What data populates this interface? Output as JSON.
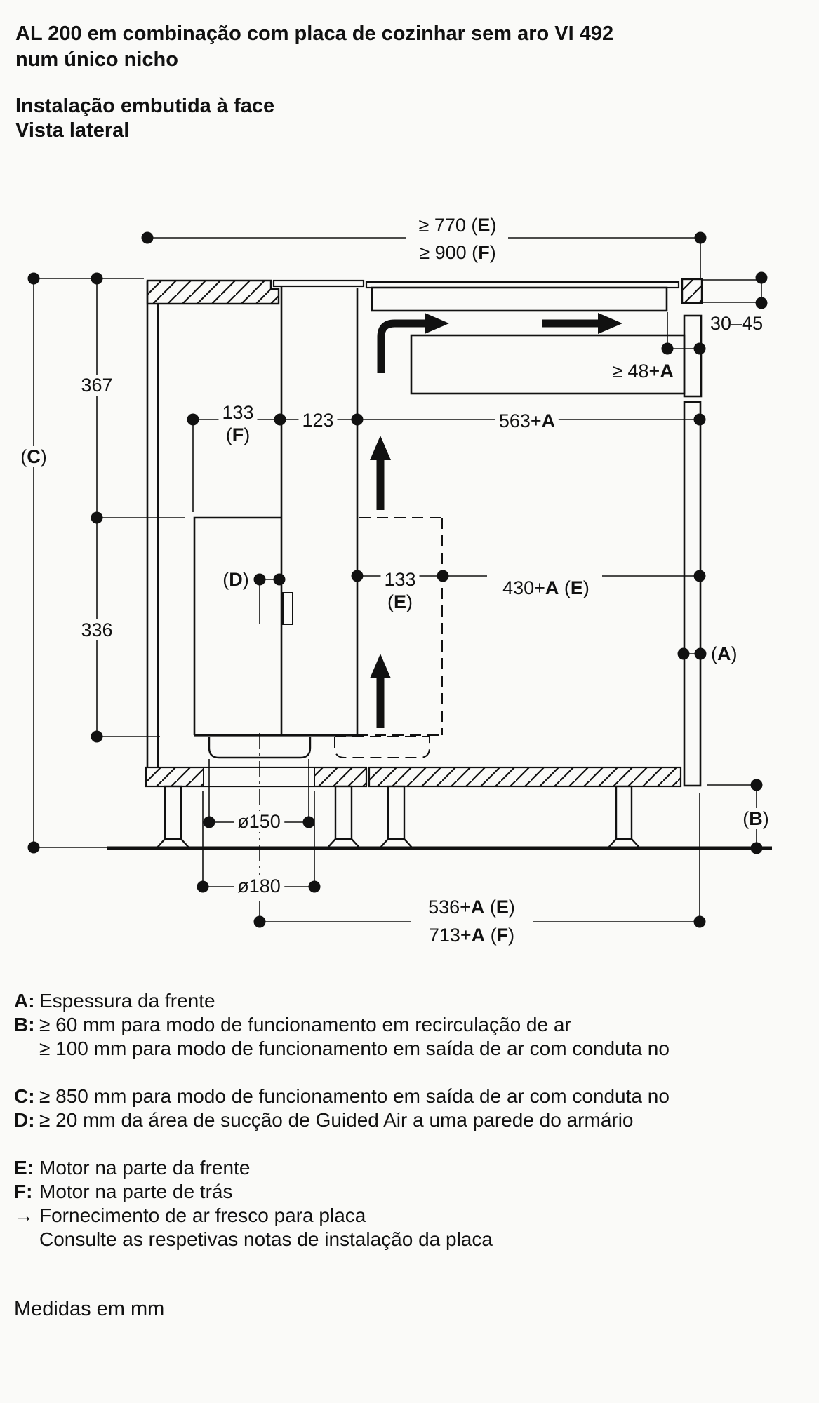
{
  "title": {
    "line1": "AL 200 em combinação com placa de cozinhar sem aro VI 492",
    "line2": "num único nicho"
  },
  "subtitle": {
    "line1": "Instalação embutida à face",
    "line2": "Vista lateral"
  },
  "diagram": {
    "labels": {
      "top_e": {
        "p1": "≥ 770 (",
        "b1": "E",
        "p2": ")"
      },
      "top_f": {
        "p1": "≥ 900 (",
        "b1": "F",
        "p2": ")"
      },
      "c": {
        "p1": "(",
        "b1": "C",
        "p2": ")"
      },
      "h367": {
        "p1": "367"
      },
      "h336": {
        "p1": "336"
      },
      "w133f": {
        "p1": "133"
      },
      "w133f2": {
        "p1": "(",
        "b1": "F",
        "p2": ")"
      },
      "w123": {
        "p1": "123"
      },
      "w563": {
        "p1": "563+",
        "b1": "A"
      },
      "t3045": {
        "p1": "30–45"
      },
      "g48": {
        "p1": "≥ 48+",
        "b1": "A"
      },
      "d": {
        "p1": "(",
        "b1": "D",
        "p2": ")"
      },
      "w133e": {
        "p1": "133"
      },
      "w133e2": {
        "p1": "(",
        "b1": "E",
        "p2": ")"
      },
      "w430": {
        "p1": "430+",
        "b1": "A",
        "p2": " (",
        "b2": "E",
        "p3": ")"
      },
      "a": {
        "p1": "(",
        "b1": "A",
        "p2": ")"
      },
      "b": {
        "p1": "(",
        "b1": "B",
        "p2": ")"
      },
      "d150": {
        "p1": "ø150"
      },
      "d180": {
        "p1": "ø180"
      },
      "b536": {
        "p1": "536+",
        "b1": "A",
        "p2": " (",
        "b2": "E",
        "p3": ")"
      },
      "b713": {
        "p1": "713+",
        "b1": "A",
        "p2": " (",
        "b2": "F",
        "p3": ")"
      }
    }
  },
  "legend": {
    "items": [
      {
        "prefix": "A:",
        "text": "Espessura da frente"
      },
      {
        "prefix": "B:",
        "text": "≥ 60 mm para modo de funcionamento em recirculação de ar"
      },
      {
        "prefix": "",
        "text": "≥ 100 mm para modo de funcionamento em saída de ar com conduta no"
      },
      {
        "prefix": "C:",
        "text": "≥ 850 mm para modo de funcionamento em saída de ar com conduta no"
      },
      {
        "prefix": "D:",
        "text": "≥ 20 mm da área de sucção de Guided Air a uma parede do armário"
      },
      {
        "prefix": "E:",
        "text": "Motor na parte da frente"
      },
      {
        "prefix": "F:",
        "text": "Motor na parte de trás"
      },
      {
        "prefix": "→",
        "text": "Fornecimento de ar fresco para placa"
      },
      {
        "prefix": "",
        "text": "Consulte as respetivas notas de instalação da placa"
      }
    ]
  },
  "footer": "Medidas em mm"
}
